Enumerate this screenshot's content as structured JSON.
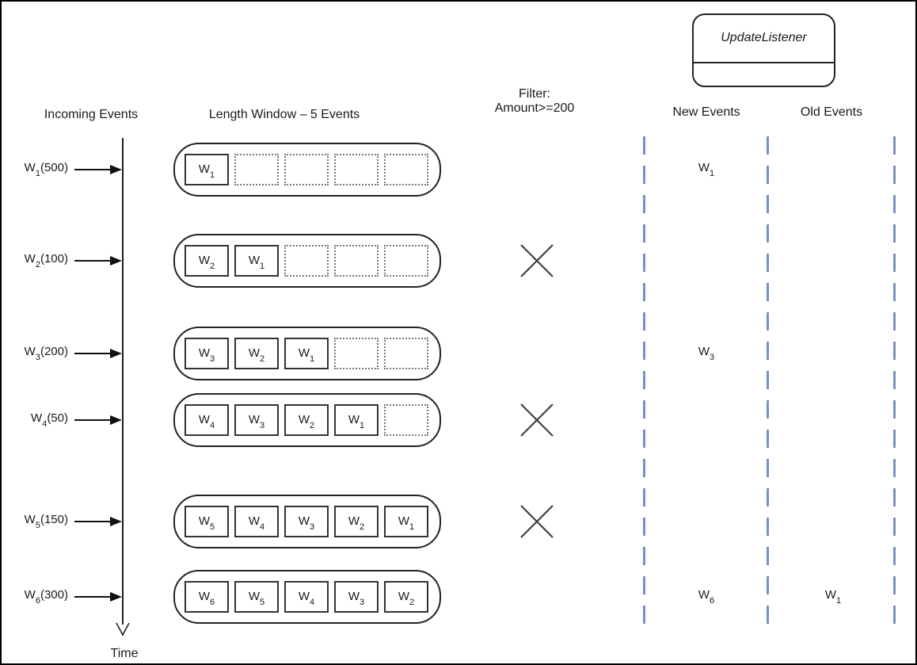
{
  "headers": {
    "incoming_events": "Incoming Events",
    "length_window": "Length Window – 5 Events",
    "filter_line1": "Filter:",
    "filter_line2": "Amount>=200",
    "new_events": "New Events",
    "old_events": "Old Events"
  },
  "update_listener": {
    "label": "UpdateListener"
  },
  "time_axis": {
    "label": "Time"
  },
  "window_capacity": 5,
  "colors": {
    "dashed_line": "#7590c8",
    "stroke": "#1a1a1a"
  },
  "rows": [
    {
      "event": {
        "base": "W",
        "sub": "1",
        "amount": "(500)"
      },
      "window": [
        {
          "base": "W",
          "sub": "1"
        },
        null,
        null,
        null,
        null
      ],
      "filter_rejected": false,
      "new_event": {
        "base": "W",
        "sub": "1"
      },
      "old_event": null
    },
    {
      "event": {
        "base": "W",
        "sub": "2",
        "amount": "(100)"
      },
      "window": [
        {
          "base": "W",
          "sub": "2"
        },
        {
          "base": "W",
          "sub": "1"
        },
        null,
        null,
        null
      ],
      "filter_rejected": true,
      "new_event": null,
      "old_event": null
    },
    {
      "event": {
        "base": "W",
        "sub": "3",
        "amount": "(200)"
      },
      "window": [
        {
          "base": "W",
          "sub": "3"
        },
        {
          "base": "W",
          "sub": "2"
        },
        {
          "base": "W",
          "sub": "1"
        },
        null,
        null
      ],
      "filter_rejected": false,
      "new_event": {
        "base": "W",
        "sub": "3"
      },
      "old_event": null
    },
    {
      "event": {
        "base": "W",
        "sub": "4",
        "amount": "(50)"
      },
      "window": [
        {
          "base": "W",
          "sub": "4"
        },
        {
          "base": "W",
          "sub": "3"
        },
        {
          "base": "W",
          "sub": "2"
        },
        {
          "base": "W",
          "sub": "1"
        },
        null
      ],
      "filter_rejected": true,
      "new_event": null,
      "old_event": null
    },
    {
      "event": {
        "base": "W",
        "sub": "5",
        "amount": "(150)"
      },
      "window": [
        {
          "base": "W",
          "sub": "5"
        },
        {
          "base": "W",
          "sub": "4"
        },
        {
          "base": "W",
          "sub": "3"
        },
        {
          "base": "W",
          "sub": "2"
        },
        {
          "base": "W",
          "sub": "1"
        }
      ],
      "filter_rejected": true,
      "new_event": null,
      "old_event": null
    },
    {
      "event": {
        "base": "W",
        "sub": "6",
        "amount": "(300)"
      },
      "window": [
        {
          "base": "W",
          "sub": "6"
        },
        {
          "base": "W",
          "sub": "5"
        },
        {
          "base": "W",
          "sub": "4"
        },
        {
          "base": "W",
          "sub": "3"
        },
        {
          "base": "W",
          "sub": "2"
        }
      ],
      "filter_rejected": false,
      "new_event": {
        "base": "W",
        "sub": "6"
      },
      "old_event": {
        "base": "W",
        "sub": "1"
      }
    }
  ]
}
